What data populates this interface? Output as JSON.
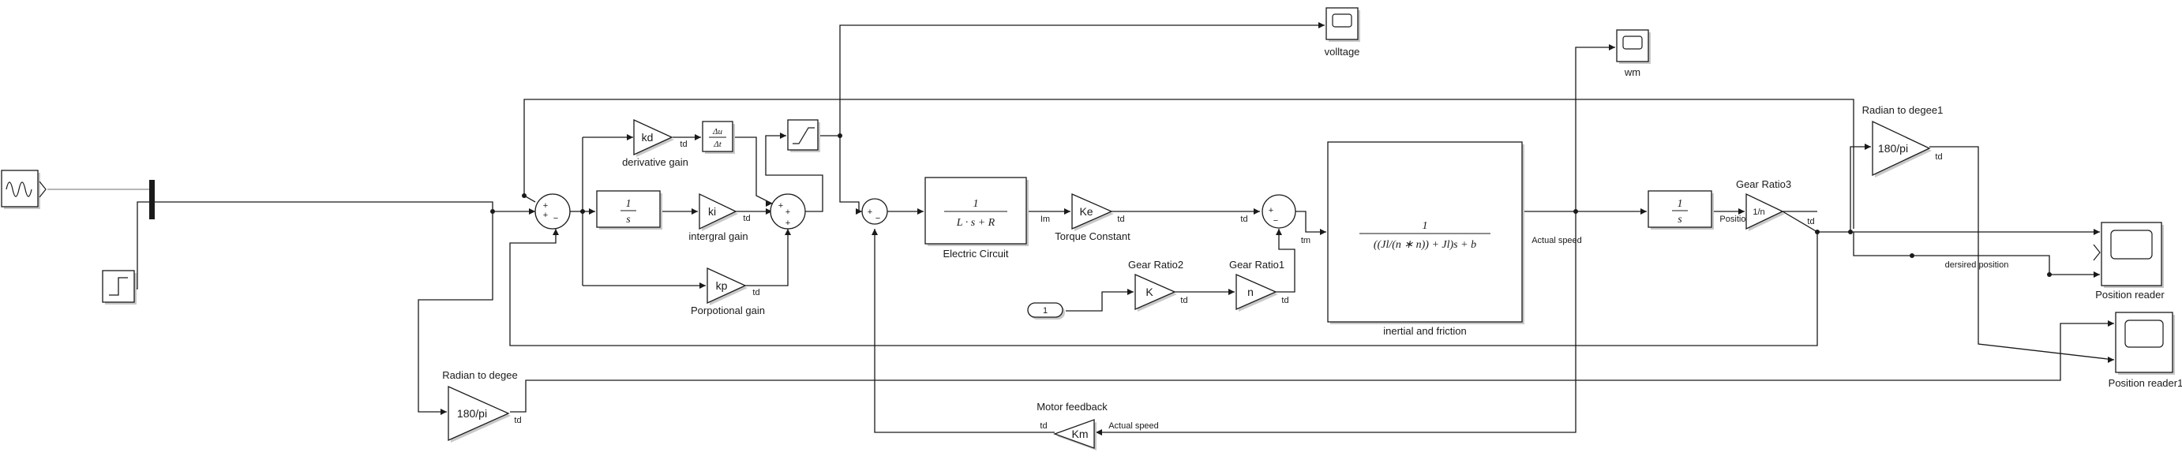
{
  "scopes": {
    "voltage": "volltage",
    "wm": "wm",
    "position_reader": "Position reader",
    "position_reader1": "Position reader1"
  },
  "gains": {
    "kd": "kd",
    "ki": "ki",
    "kp": "kp",
    "ke": "Ke",
    "km": "Km",
    "gear2": "K",
    "gear1": "n",
    "gear3": "1/n",
    "rad_deg1": "180/pi",
    "rad_deg": "180/pi"
  },
  "labels": {
    "derivative_gain": "derivative gain",
    "integral_gain": "intergral gain",
    "proportional_gain": "Porpotional gain",
    "electric_circuit": "Electric Circuit",
    "torque_constant": "Torque Constant",
    "gear_ratio2": "Gear Ratio2",
    "gear_ratio1": "Gear Ratio1",
    "gear_ratio3": "Gear Ratio3",
    "inertial_friction": "inertial and friction",
    "motor_feedback": "Motor feedback",
    "radian_to_degee1": "Radian to degee1",
    "radian_to_degee": "Radian to degee",
    "constant_value": "1"
  },
  "signals": {
    "td": "td",
    "im": "Im",
    "tm": "tm",
    "actual_speed": "Actual speed",
    "position": "Position",
    "desired_position": "dersired position"
  },
  "blocks": {
    "integrator_num": "1",
    "integrator_den": "s",
    "derivative_num": "Δu",
    "derivative_den": "Δt",
    "circuit_num": "1",
    "circuit_den": "L · s + R",
    "inertia_num": "1",
    "inertia_den": "((Jl/(n ∗ n)) + Jl)s + b",
    "pos_int_num": "1",
    "pos_int_den": "s"
  }
}
